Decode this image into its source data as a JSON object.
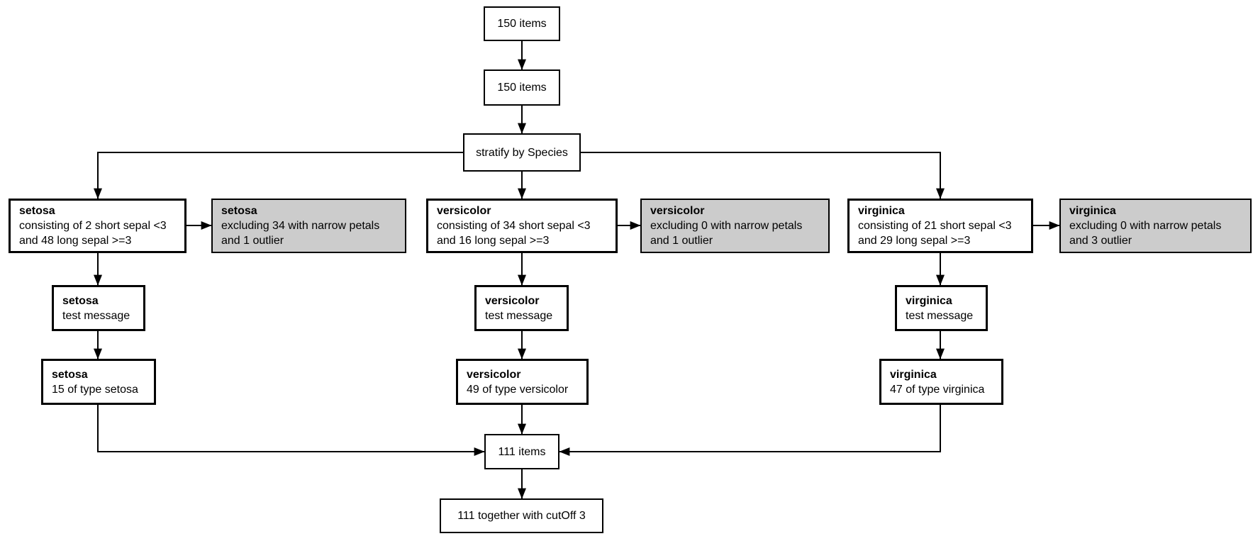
{
  "colors": {
    "background": "#ffffff",
    "node_fill": "#ffffff",
    "excluded_node_fill": "#cccccc",
    "border": "#000000",
    "connector": "#000000"
  },
  "nodes": {
    "source": {
      "label": "150 items"
    },
    "filtered": {
      "label": "150 items"
    },
    "stratify": {
      "label": "stratify by Species"
    },
    "merge": {
      "label": "111 items"
    },
    "final": {
      "label": "111 together with cutOff 3"
    }
  },
  "branches": [
    {
      "name": "setosa",
      "consist": {
        "line1": "consisting of 2 short sepal <3",
        "line2": "and 48 long sepal >=3"
      },
      "exclude": {
        "line1": "excluding 34 with narrow petals",
        "line2": "and 1 outlier"
      },
      "message": "test message",
      "count": "15 of type setosa"
    },
    {
      "name": "versicolor",
      "consist": {
        "line1": "consisting of 34 short sepal <3",
        "line2": "and 16 long sepal >=3"
      },
      "exclude": {
        "line1": "excluding 0 with narrow petals",
        "line2": "and 1 outlier"
      },
      "message": "test message",
      "count": "49 of type versicolor"
    },
    {
      "name": "virginica",
      "consist": {
        "line1": "consisting of 21 short sepal <3",
        "line2": "and 29 long sepal >=3"
      },
      "exclude": {
        "line1": "excluding 0 with narrow petals",
        "line2": "and 3 outlier"
      },
      "message": "test message",
      "count": "47 of type virginica"
    }
  ]
}
